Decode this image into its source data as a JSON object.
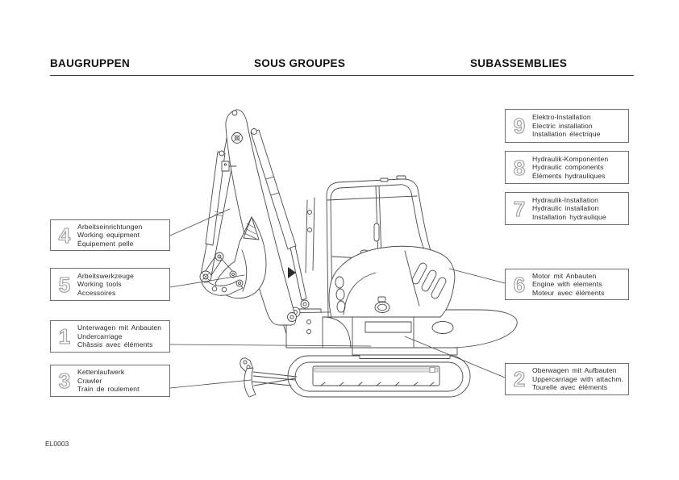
{
  "header": {
    "title_de": "BAUGRUPPEN",
    "title_fr": "SOUS GROUPES",
    "title_en": "SUBASSEMBLIES"
  },
  "callouts": {
    "left": [
      {
        "number": "4",
        "lines": [
          "Arbeitseinrichtungen",
          "Working equipment",
          "Équipement pelle"
        ]
      },
      {
        "number": "5",
        "lines": [
          "Arbeitswerkzeuge",
          "Working tools",
          "Accessoires"
        ]
      },
      {
        "number": "1",
        "lines": [
          "Unterwagen mit Anbauten",
          "Undercarriage",
          "Châssis avec éléments"
        ]
      },
      {
        "number": "3",
        "lines": [
          "Kettenlaufwerk",
          "Crawler",
          "Train de roulement"
        ]
      }
    ],
    "right": [
      {
        "number": "9",
        "lines": [
          "Elektro-Installation",
          "Electric installation",
          "Installation électrique"
        ]
      },
      {
        "number": "8",
        "lines": [
          "Hydraulik-Komponenten",
          "Hydraulic components",
          "Éléments hydrauliques"
        ]
      },
      {
        "number": "7",
        "lines": [
          "Hydraulik-Installation",
          "Hydraulic installation",
          "Installation hydraulique"
        ]
      },
      {
        "number": "6",
        "lines": [
          "Motor mit Anbauten",
          "Engine with elements",
          "Moteur avec éléments"
        ]
      },
      {
        "number": "2",
        "lines": [
          "Oberwagen mit Aufbauten",
          "Uppercarriage with attachm.",
          "Tourelle avec éléments"
        ]
      }
    ]
  },
  "figure": {
    "code": "EL0003",
    "drawing": "mini-excavator-side-view"
  }
}
